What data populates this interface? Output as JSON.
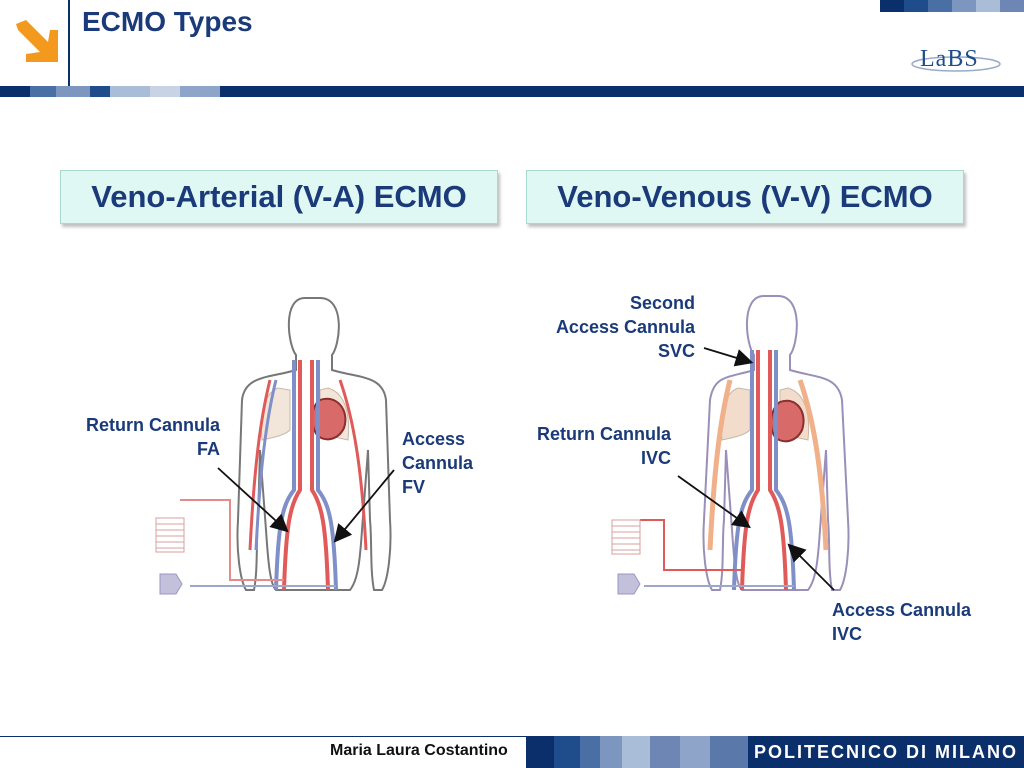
{
  "slide": {
    "title": "ECMO Types",
    "logo_text": "LaBS",
    "footer_author": "Maria Laura Costantino",
    "footer_institution": "POLITECNICO DI MILANO"
  },
  "sections": {
    "va": {
      "heading": "Veno-Arterial (V-A) ECMO",
      "return_label": [
        "Return Cannula",
        "FA"
      ],
      "access_label": [
        "Access",
        "Cannula",
        "FV"
      ]
    },
    "vv": {
      "heading": "Veno-Venous (V-V) ECMO",
      "second_label": [
        "Second",
        "Access Cannula",
        "SVC"
      ],
      "return_label": [
        "Return Cannula",
        "IVC"
      ],
      "access_label": [
        "Access Cannula",
        "IVC"
      ]
    }
  },
  "colors": {
    "title": "#1a3a7a",
    "accent_orange": "#f39a1e",
    "navy": "#0b2f6a",
    "box_fill": "#dff8f3",
    "artery": "#e05a5a",
    "vein": "#7f8fc8"
  },
  "icons": [
    "arrow-down-right-icon"
  ]
}
